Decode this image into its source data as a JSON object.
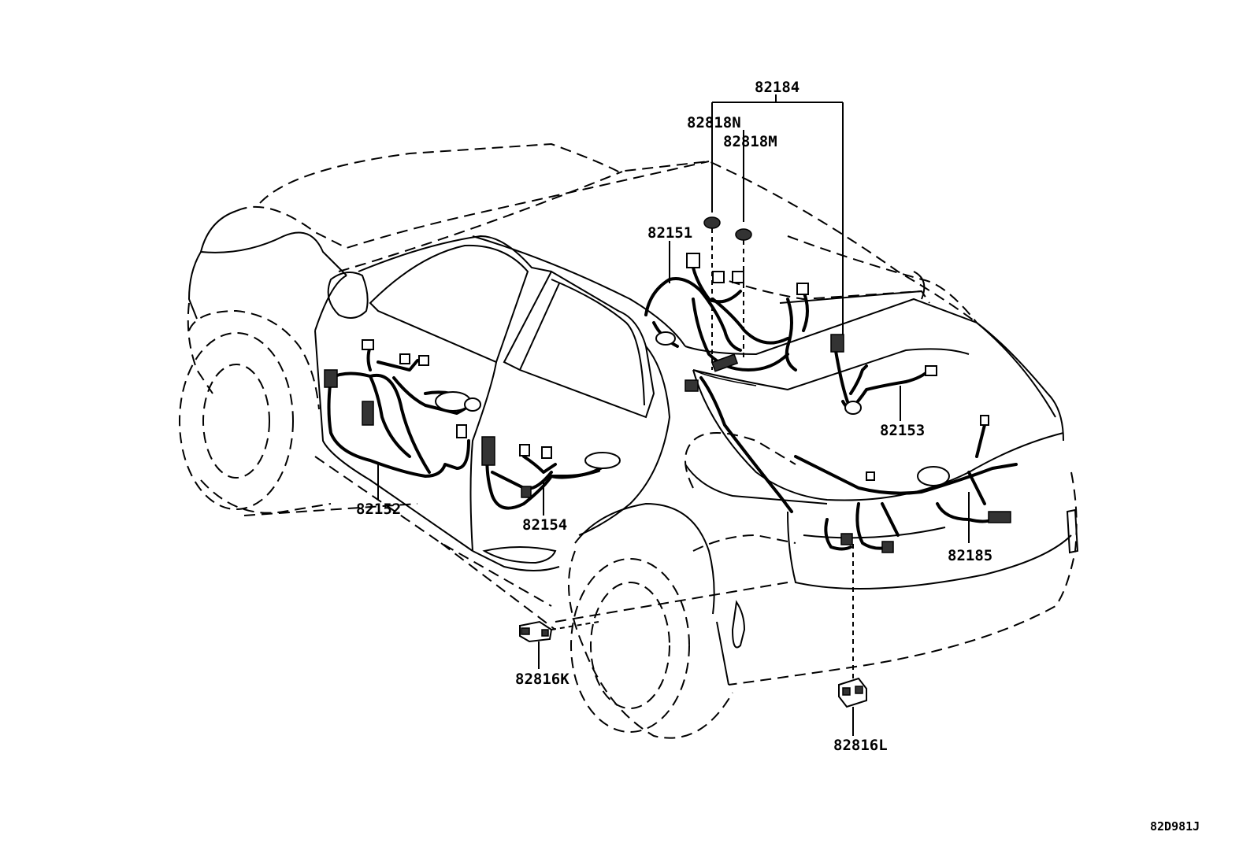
{
  "part_labels": {
    "p82184": "82184",
    "p82818N": "82818N",
    "p82818M": "82818M",
    "p82151": "82151",
    "p82153": "82153",
    "p82152": "82152",
    "p82154": "82154",
    "p82185": "82185",
    "p82816K": "82816K",
    "p82816L": "82816L"
  },
  "reference_code": "82D981J"
}
